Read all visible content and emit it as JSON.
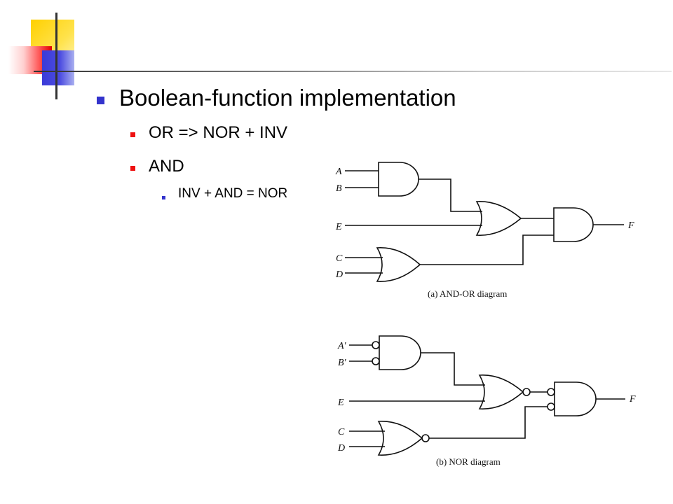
{
  "bullets": {
    "level1": "Boolean-function implementation",
    "item_or": "OR => NOR + INV",
    "item_and": "AND",
    "sub_item": "INV + AND = NOR"
  },
  "diagram_a": {
    "inputs": [
      "A",
      "B",
      "E",
      "C",
      "D"
    ],
    "output": "F",
    "caption": "(a)  AND-OR diagram"
  },
  "diagram_b": {
    "inputs": [
      "A'",
      "B'",
      "E",
      "C",
      "D"
    ],
    "output": "F",
    "caption": "(b)  NOR diagram"
  },
  "colors": {
    "title_bullet": "#3333cc",
    "item_bullet": "#ee1111",
    "deco_yellow": "#ffd000",
    "deco_red": "#e00000",
    "deco_blue": "#3a3ad8"
  }
}
